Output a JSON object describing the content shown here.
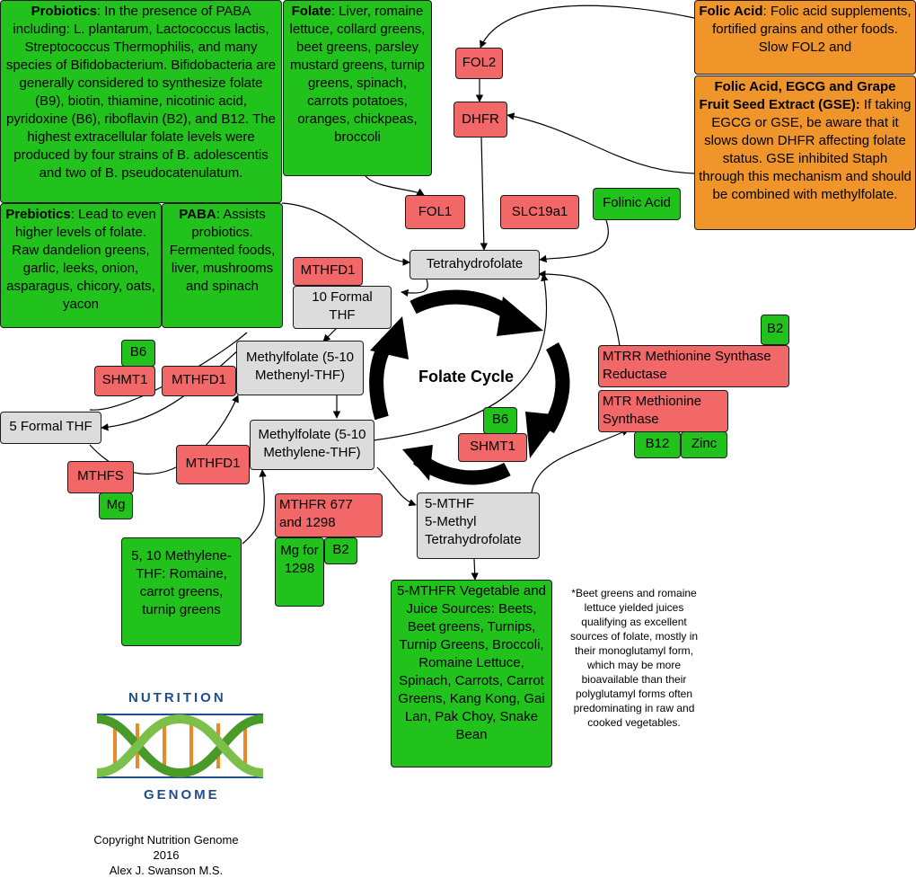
{
  "colors": {
    "green": "#22c21d",
    "red": "#f26767",
    "grey": "#dcdcdc",
    "orange": "#f0952a",
    "edge": "#000000"
  },
  "probiotics": {
    "title": "Probiotics",
    "text": ": In the presence of PABA including: L. plantarum, Lactococcus lactis, Streptococcus Thermophilis, and many species of Bifidobacterium. Bifidobacteria are generally considered to synthesize folate (B9), biotin, thiamine, nicotinic acid, pyridoxine (B6), riboflavin (B2), and B12. The highest extracellular folate levels were produced by four strains of B. adolescentis and two of B. pseudocatenulatum."
  },
  "folate_foods": {
    "title": "Folate",
    "text": ": Liver, romaine lettuce, collard greens, beet greens, parsley mustard greens, turnip greens, spinach, carrots potatoes, oranges, chickpeas, broccoli"
  },
  "prebiotics": {
    "title": "Prebiotics",
    "text": ": Lead to even higher levels of folate. Raw dandelion greens, garlic, leeks, onion, asparagus, chicory, oats, yacon"
  },
  "paba": {
    "title": "PABA",
    "text": ": Assists probiotics. Fermented foods, liver, mushrooms and spinach"
  },
  "folic_acid": {
    "title": "Folic Acid",
    "text": ": Folic acid supplements, fortified grains and other foods. Slow FOL2 and"
  },
  "egcg": {
    "title": "Folic Acid, EGCG and Grape Fruit Seed Extract (GSE):",
    "text": " If taking EGCG or GSE, be aware that it slows down DHFR affecting folate status. GSE inhibited Staph through this mechanism and should be combined with methylfolate."
  },
  "nodes": {
    "fol2": "FOL2",
    "dhfr": "DHFR",
    "fol1": "FOL1",
    "slc19a1": "SLC19a1",
    "folinic_acid": "Folinic Acid",
    "thf": "Tetrahydrofolate",
    "mthfd1_top": "MTHFD1",
    "ten_formal_thf": "10 Formal THF",
    "b6_left": "B6",
    "shmt1_left": "SHMT1",
    "mthfd1_mid": "MTHFD1",
    "methenyl": "Methylfolate (5-10 Methenyl-THF)",
    "five_formal_thf": "5 Formal THF",
    "mthfs": "MTHFS",
    "mg_left": "Mg",
    "mthfd1_low": "MTHFD1",
    "methylene": "Methylfolate (5-10 Methylene-THF)",
    "b6_right": "B6",
    "shmt1_right": "SHMT1",
    "b2_top": "B2",
    "mtrr": "MTRR Methionine Synthase Reductase",
    "mtr": "MTR Methionine Synthase",
    "b12": "B12",
    "zinc": "Zinc",
    "mthfr": "MTHFR 677 and 1298",
    "mg_1298": "Mg for 1298",
    "b2_mthfr": "B2",
    "methylene_foods": "5, 10 Methylene-THF: Romaine, carrot greens, turnip greens",
    "five_mthf": [
      "5-MTHF",
      "5-Methyl",
      "Tetrahydrofolate"
    ],
    "mthf_sources": "5-MTHFR Vegetable and Juice Sources: Beets, Beet greens, Turnips, Turnip Greens, Broccoli, Romaine Lettuce, Spinach, Carrots, Carrot Greens, Kang Kong, Gai Lan, Pak Choy, Snake Bean"
  },
  "cycle_title": "Folate Cycle",
  "note": "*Beet greens and romaine lettuce yielded juices qualifying as excellent sources of folate, mostly in their monoglutamyl form, which may be more bioavailable than their polyglutamyl forms often predominating in raw and cooked vegetables.",
  "logo": {
    "top": "NUTRITION",
    "bottom": "GENOME"
  },
  "copyright": [
    "Copyright Nutrition Genome",
    "2016",
    "Alex J. Swanson M.S."
  ]
}
